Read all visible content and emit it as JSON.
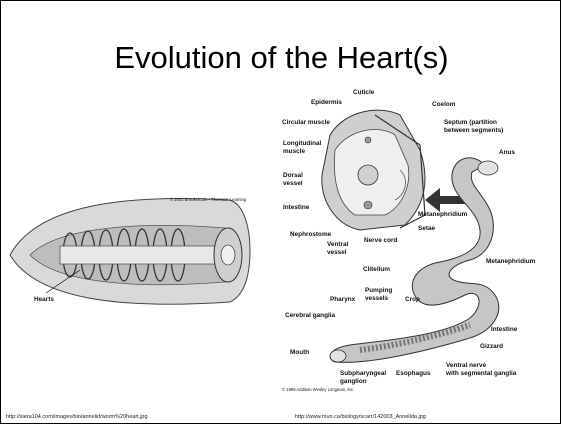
{
  "slide": {
    "title": "Evolution of the Heart(s)",
    "left_figure": {
      "copyright": "© 2001 Brooks/Cole - Thomson Learning",
      "label_hearts": "Hearts",
      "source_url": "http://siera104.com/images/bio/annelid/worm%20heart.jpg"
    },
    "right_figure": {
      "labels": {
        "cuticle": "Cuticle",
        "epidermis": "Epidermis",
        "circular_muscle": "Circular muscle",
        "longitudinal_muscle_1": "Longitudinal",
        "longitudinal_muscle_2": "muscle",
        "dorsal_vessel_1": "Dorsal",
        "dorsal_vessel_2": "vessel",
        "intestine_1": "Intestine",
        "nephrostome": "Nephrostome",
        "ventral_vessel_1": "Ventral",
        "ventral_vessel_2": "vessel",
        "nerve_cord": "Nerve cord",
        "coelom": "Coelom",
        "septum_1": "Septum (partition",
        "septum_2": "between segments)",
        "anus": "Anus",
        "metanephridium_1": "Metanephridium",
        "setae": "Setae",
        "clitellum": "Clitellum",
        "metanephridium_2": "Metanephridium",
        "pharynx": "Pharynx",
        "pumping_vessels_1": "Pumping",
        "pumping_vessels_2": "vessels",
        "crop": "Crop",
        "cerebral_ganglia": "Cerebral ganglia",
        "intestine_2": "Intestine",
        "gizzard": "Gizzard",
        "mouth": "Mouth",
        "subpharyngeal_1": "Subpharyngeal",
        "subpharyngeal_2": "ganglion",
        "esophagus": "Esophagus",
        "ventral_nerve_1": "Ventral nerve",
        "ventral_nerve_2": "with segmental ganglia"
      },
      "copyright": "© 1999 Addison Wesley Longman, Inc.",
      "source_url": "http://www.mun.ca/biology/scarr/142003_Annelida.jpg"
    }
  }
}
